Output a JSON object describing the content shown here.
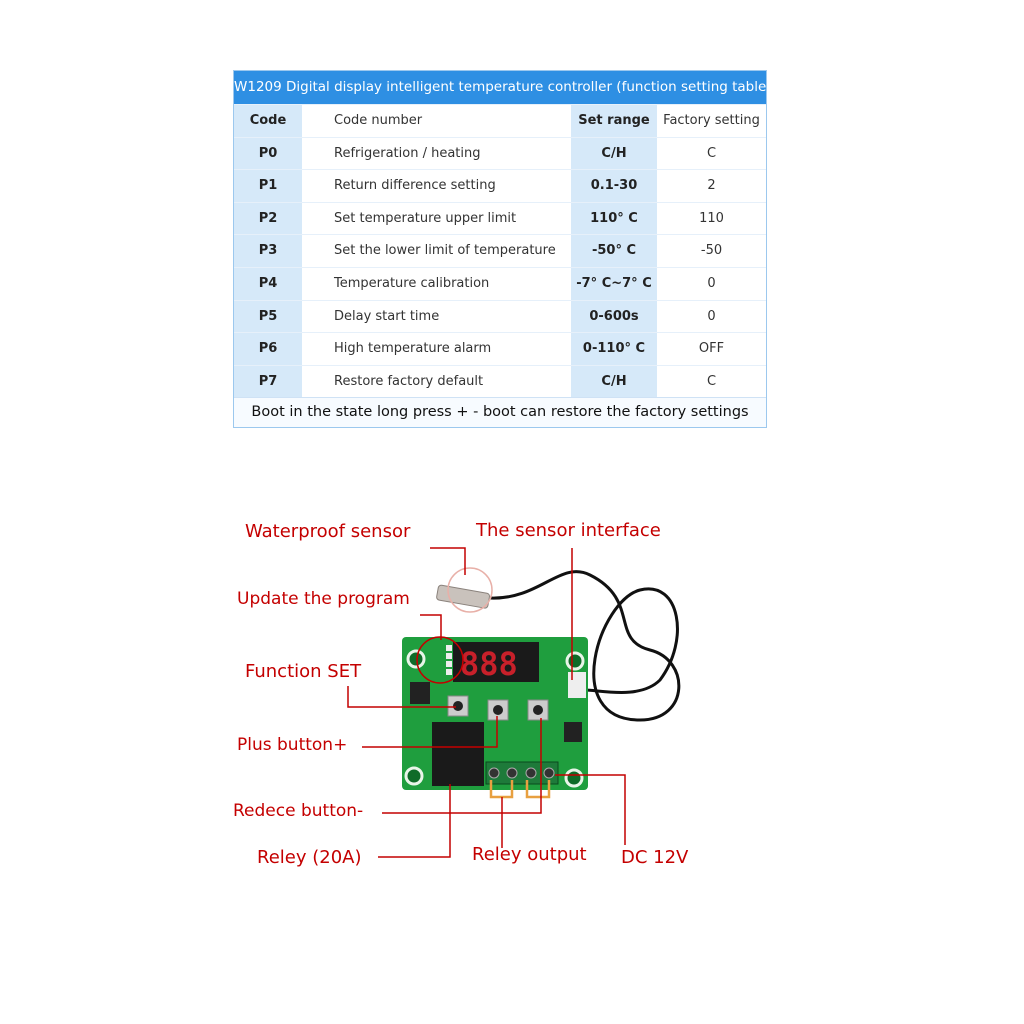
{
  "table": {
    "title": "W1209 Digital display intelligent temperature controller (function setting table)",
    "headers": [
      "Code",
      "Code number",
      "Set range",
      "Factory setting"
    ],
    "rows": [
      [
        "P0",
        "Refrigeration / heating",
        "C/H",
        "C"
      ],
      [
        "P1",
        "Return difference setting",
        "0.1-30",
        "2"
      ],
      [
        "P2",
        "Set temperature upper limit",
        "110° C",
        "110"
      ],
      [
        "P3",
        "Set the lower limit of temperature",
        "-50° C",
        "-50"
      ],
      [
        "P4",
        "Temperature calibration",
        "-7° C~7° C",
        "0"
      ],
      [
        "P5",
        "Delay start time",
        "0-600s",
        "0"
      ],
      [
        "P6",
        "High temperature alarm",
        "0-110° C",
        "OFF"
      ],
      [
        "P7",
        "Restore factory default",
        "C/H",
        "C"
      ]
    ],
    "footer": "Boot in the state long press + - boot can restore the factory settings"
  },
  "diagram": {
    "labels": {
      "waterproof_sensor": "Waterproof sensor",
      "sensor_interface": "The sensor interface",
      "update_program": "Update the program",
      "function_set": "Function SET",
      "plus_button": "Plus button+",
      "reduce_button": "Redece button-",
      "relay": "Reley (20A)",
      "relay_output": "Reley output",
      "dc": "DC 12V"
    },
    "label_color": "#c40000",
    "board_color": "#1f9e3e"
  }
}
